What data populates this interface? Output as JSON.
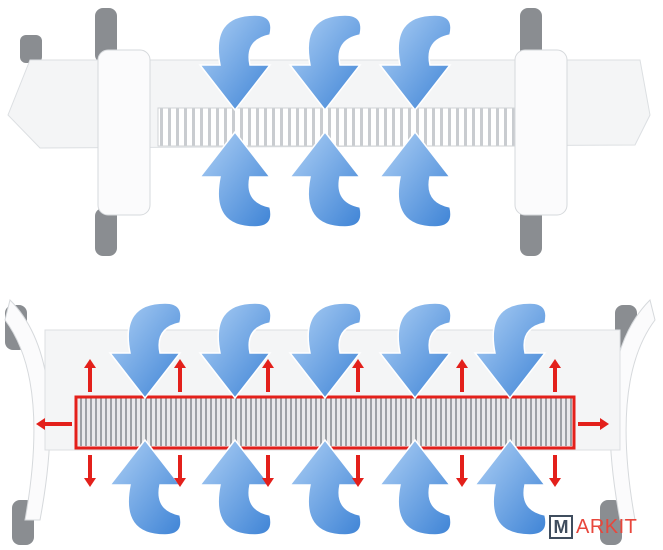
{
  "logo": {
    "text": "MARKIT",
    "initial": "M",
    "rest": "ARKIT"
  },
  "colors": {
    "airflow": "#5b9be0",
    "heat": "#e3201b",
    "body": "#f4f5f6",
    "grille": "#d9dcdf",
    "wheel": "#8a8d91",
    "logo_dark": "#3f4d5e",
    "logo_red": "#e8473c"
  }
}
